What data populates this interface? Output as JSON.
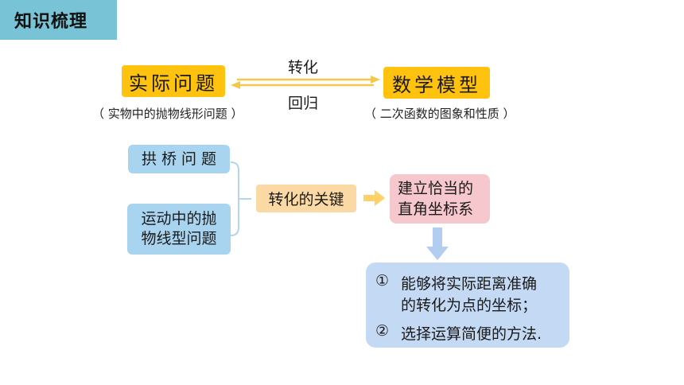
{
  "header": {
    "title": "知识梳理"
  },
  "top": {
    "left_box": "实际问题",
    "right_box": "数学模型",
    "arrow_top_label": "转化",
    "arrow_bottom_label": "回归",
    "left_note": "（ 实物中的抛物线形问题 ）",
    "right_note": "（ 二次函数的图象和性质 ）"
  },
  "flow": {
    "problem_a": "拱 桥 问 题",
    "problem_b_line1": "运动中的抛",
    "problem_b_line2": "物线型问题",
    "key_label": "转化的关键",
    "target_line1": "建立恰当的",
    "target_line2": "直角坐标系"
  },
  "methods": {
    "item1_num": "①",
    "item1_line1": "能够将实际距离准确",
    "item1_line2": "的转化为点的坐标；",
    "item2_num": "②",
    "item2_line1": "选择运算简便的方法."
  },
  "colors": {
    "title_bg": "#78c3d6",
    "yellow": "#ffc20e",
    "blue_box": "#a8d4ef",
    "orange_box": "#fbd9a5",
    "pink_box": "#f6c7cd",
    "info_box": "#c4d9f4",
    "arrow_yellow": "#ffd166",
    "arrow_blue": "#b3cdf0"
  }
}
